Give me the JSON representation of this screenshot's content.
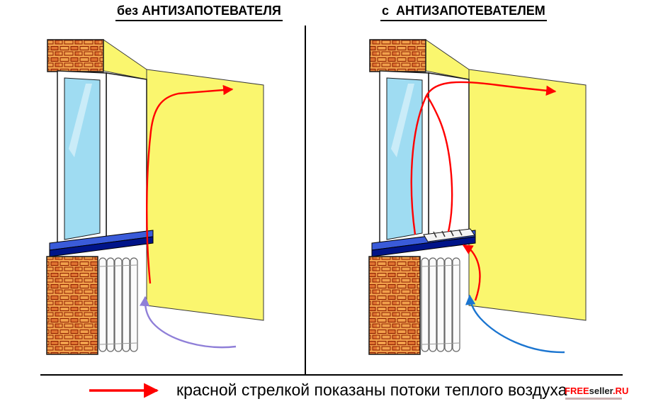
{
  "titles": {
    "left": "без АНТИЗАПОТЕВАТЕЛЯ",
    "right": "с  АНТИЗАПОТЕВАТЕЛЕМ"
  },
  "caption": {
    "text": "красной стрелкой показаны потоки теплого воздуха"
  },
  "watermark": {
    "parts": [
      {
        "text": "FREE",
        "color": "#FF0000"
      },
      {
        "text": "seller",
        "color": "#1A1A1A"
      },
      {
        "text": ".RU",
        "color": "#FF0000"
      }
    ]
  },
  "icons": {
    "legend_arrow": "red-arrow-right-icon"
  },
  "colors": {
    "wall_yellow": "#FAF66E",
    "brick_orange": "#F0A04B",
    "brick_mortar": "#8B1A00",
    "glass_blue": "#9FDCF2",
    "sill_top": "#3A5BD9",
    "sill_front": "#001489",
    "arrow_warm": "#FF0000",
    "arrow_cool_left": "#8F7FD8",
    "arrow_cool_right": "#1B75D0"
  }
}
